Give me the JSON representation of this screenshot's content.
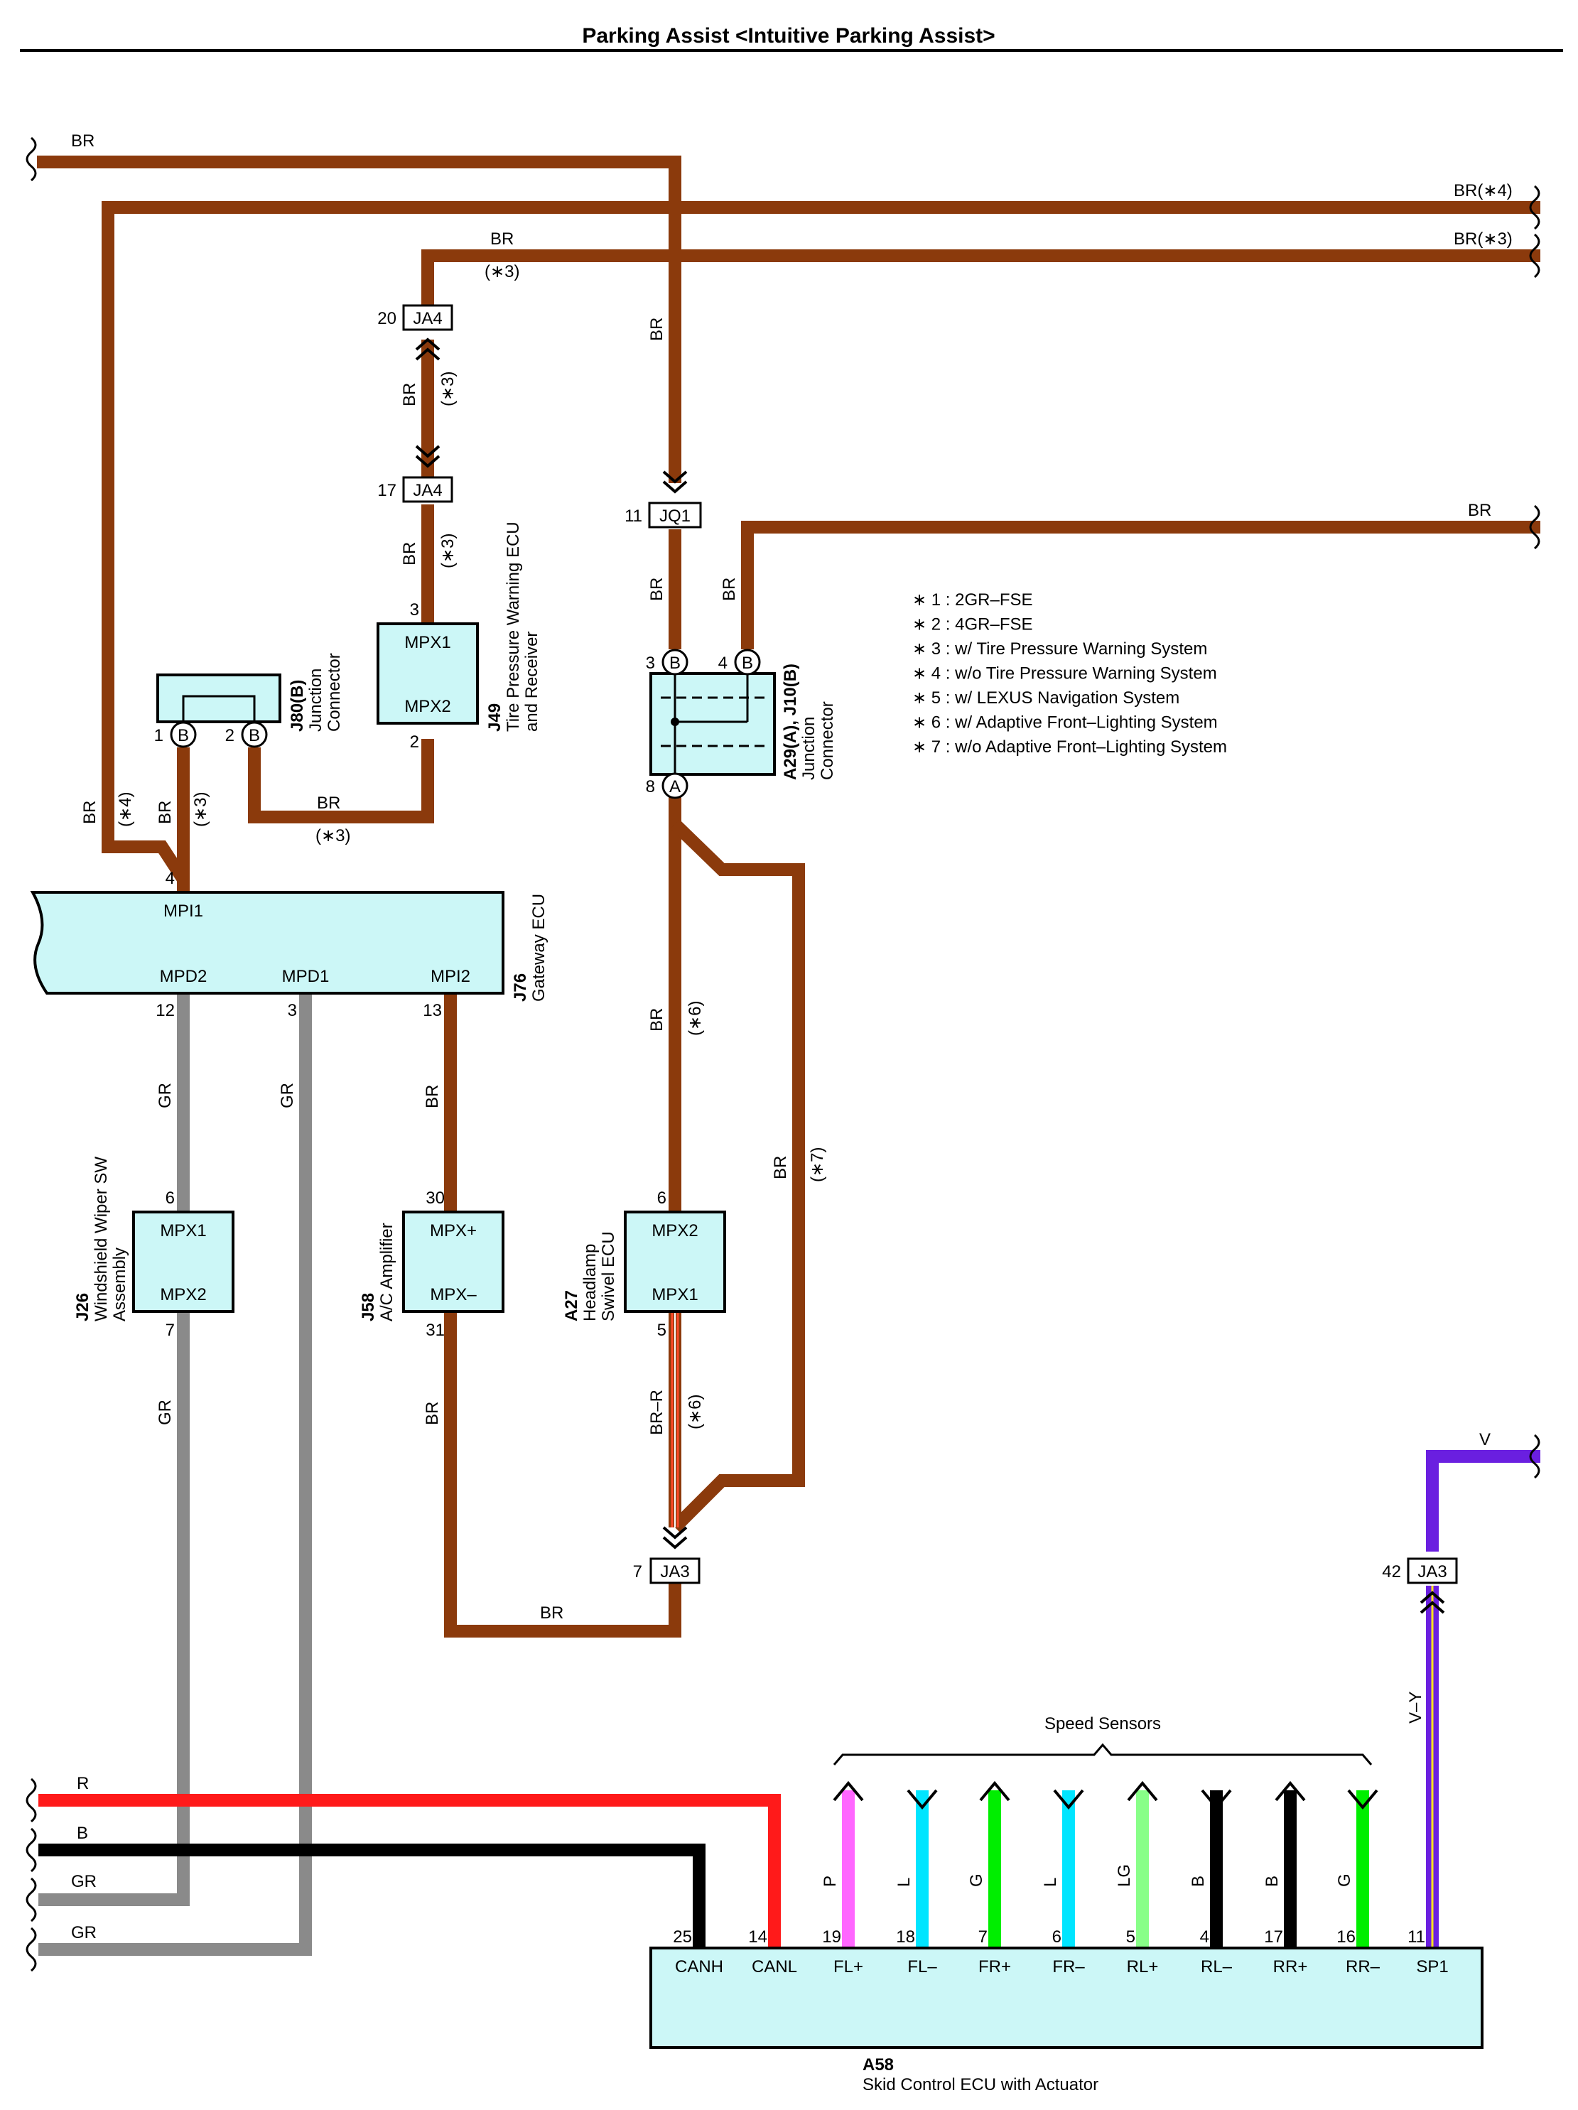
{
  "title": "Parking Assist <Intuitive Parking Assist>",
  "notes": [
    "∗ 1 : 2GR–FSE",
    "∗ 2 : 4GR–FSE",
    "∗ 3 : w/ Tire Pressure Warning System",
    "∗ 4 : w/o Tire Pressure Warning System",
    "∗ 5 : w/ LEXUS Navigation System",
    "∗ 6 : w/ Adaptive Front–Lighting System",
    "∗ 7 : w/o Adaptive Front–Lighting System"
  ],
  "wire_labels": {
    "br": "BR",
    "br_n4": "BR(∗4)",
    "br_n3": "BR(∗3)",
    "n3": "(∗3)",
    "n4": "(∗4)",
    "n6": "(∗6)",
    "n7": "(∗7)",
    "gr": "GR",
    "r": "R",
    "b": "B",
    "v": "V",
    "br_r": "BR–R",
    "v_y": "V–Y",
    "p": "P",
    "l": "L",
    "g": "G",
    "lg": "LG"
  },
  "connectors": {
    "ja4": "JA4",
    "jq1": "JQ1",
    "ja3": "JA3",
    "pin_b": "B",
    "pin_a": "A"
  },
  "components": {
    "j80_code": "J80(B)",
    "j80_name_1": "Junction",
    "j80_name_2": "Connector",
    "j49_code": "J49",
    "j49_name_1": "Tire Pressure Warning ECU",
    "j49_name_2": "and Receiver",
    "j49_mpx1": "MPX1",
    "j49_mpx2": "MPX2",
    "a29_code": "A29(A), J10(B)",
    "a29_name_1": "Junction",
    "a29_name_2": "Connector",
    "j76_code": "J76",
    "j76_name": "Gateway ECU",
    "j76_mpi1": "MPI1",
    "j76_mpd2": "MPD2",
    "j76_mpd1": "MPD1",
    "j76_mpi2": "MPI2",
    "j26_code": "J26",
    "j26_name_1": "Windshield Wiper SW",
    "j26_name_2": "Assembly",
    "j26_mpx1": "MPX1",
    "j26_mpx2": "MPX2",
    "j58_code": "J58",
    "j58_name": "A/C Amplifier",
    "j58_mpxp": "MPX+",
    "j58_mpxm": "MPX–",
    "a27_code": "A27",
    "a27_name_1": "Headlamp",
    "a27_name_2": "Swivel ECU",
    "a27_mpx2": "MPX2",
    "a27_mpx1": "MPX1",
    "a58_code": "A58",
    "a58_name": "Skid Control ECU with Actuator",
    "speed_sensors": "Speed Sensors"
  },
  "a58_pins": [
    {
      "num": "25",
      "name": "CANH"
    },
    {
      "num": "14",
      "name": "CANL"
    },
    {
      "num": "19",
      "name": "FL+"
    },
    {
      "num": "18",
      "name": "FL–"
    },
    {
      "num": "7",
      "name": "FR+"
    },
    {
      "num": "6",
      "name": "FR–"
    },
    {
      "num": "5",
      "name": "RL+"
    },
    {
      "num": "4",
      "name": "RL–"
    },
    {
      "num": "17",
      "name": "RR+"
    },
    {
      "num": "16",
      "name": "RR–"
    },
    {
      "num": "11",
      "name": "SP1"
    }
  ],
  "pins": {
    "p20": "20",
    "p17": "17",
    "p11": "11",
    "p3": "3",
    "p4": "4",
    "p2": "2",
    "p1": "1",
    "p8": "8",
    "p12": "12",
    "p13": "13",
    "p6": "6",
    "p30": "30",
    "p7": "7",
    "p31": "31",
    "p5": "5",
    "p42": "42"
  },
  "colors": {
    "br": "#8b3a0c",
    "gr": "#8a8a8a",
    "r": "#ff1a1a",
    "b": "#000000",
    "v": "#6a1fe0",
    "p": "#ff66ff",
    "l": "#00e5ff",
    "g": "#00ee00",
    "lg": "#88ff88",
    "box": "#ccf7f7"
  }
}
